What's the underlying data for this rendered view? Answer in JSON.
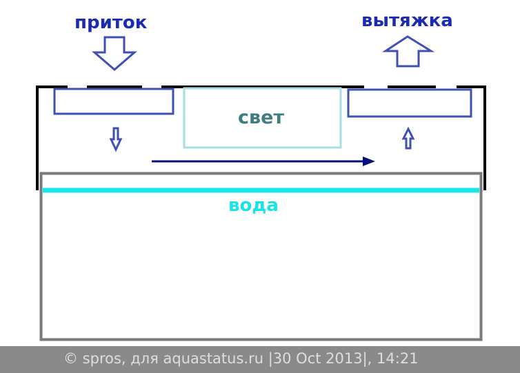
{
  "labels": {
    "inflow": "приток",
    "exhaust": "вытяжка",
    "light": "свет",
    "water": "вода"
  },
  "footer": {
    "text": "© spros, для aquastatus.ru |30 Oct 2013|, 14:21"
  },
  "colors": {
    "label_blue": "#1c2bb3",
    "outline_blue": "#3f4fb5",
    "light_box": "#a9dde6",
    "light_text": "#3f7d82",
    "water_line": "#19e6e6",
    "tank": "#7a7a7a",
    "lid": "#000000",
    "flow_arrow": "#07107a",
    "footer_bg": "#8a8a8a",
    "footer_text": "#dedede"
  }
}
